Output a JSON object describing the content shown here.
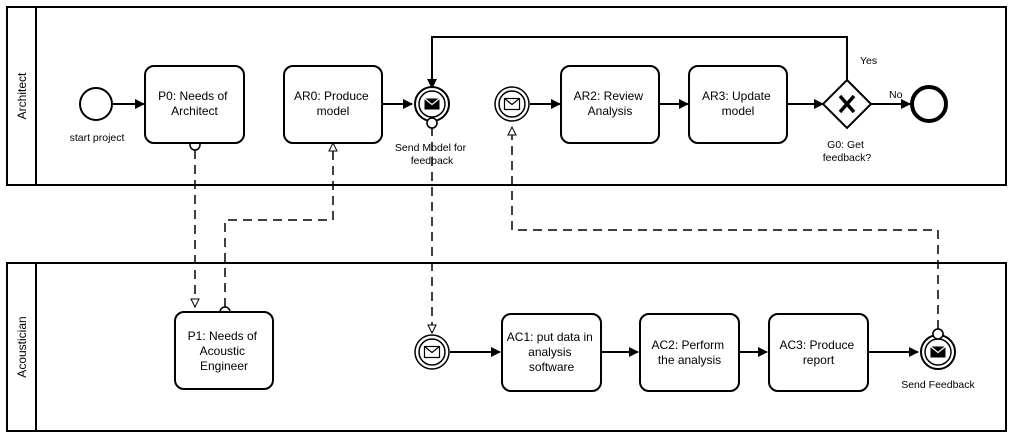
{
  "pools": {
    "architect": {
      "label": "Architect"
    },
    "acoustician": {
      "label": "Acoustician"
    }
  },
  "events": {
    "start": {
      "label": "start project"
    },
    "send_model": {
      "label_lines": [
        "Send Model for",
        "feedback"
      ]
    },
    "send_feedback": {
      "label": "Send Feedback"
    }
  },
  "tasks": {
    "p0": {
      "lines": [
        "P0: Needs of",
        "Architect"
      ]
    },
    "ar0": {
      "lines": [
        "AR0: Produce",
        "model"
      ]
    },
    "ar2": {
      "lines": [
        "AR2: Review",
        "Analysis"
      ]
    },
    "ar3": {
      "lines": [
        "AR3: Update",
        "model"
      ]
    },
    "p1": {
      "lines": [
        "P1: Needs of",
        "Acoustic",
        "Engineer"
      ]
    },
    "ac1": {
      "lines": [
        "AC1: put data in",
        "analysis",
        "software"
      ]
    },
    "ac2": {
      "lines": [
        "AC2: Perform",
        "the analysis"
      ]
    },
    "ac3": {
      "lines": [
        "AC3: Produce",
        "report"
      ]
    }
  },
  "gateway": {
    "label_lines": [
      "G0: Get",
      "feedback?"
    ],
    "yes_label": "Yes",
    "no_label": "No"
  },
  "icons": {
    "gateway_marker": "x-icon",
    "message": "envelope-icon"
  }
}
